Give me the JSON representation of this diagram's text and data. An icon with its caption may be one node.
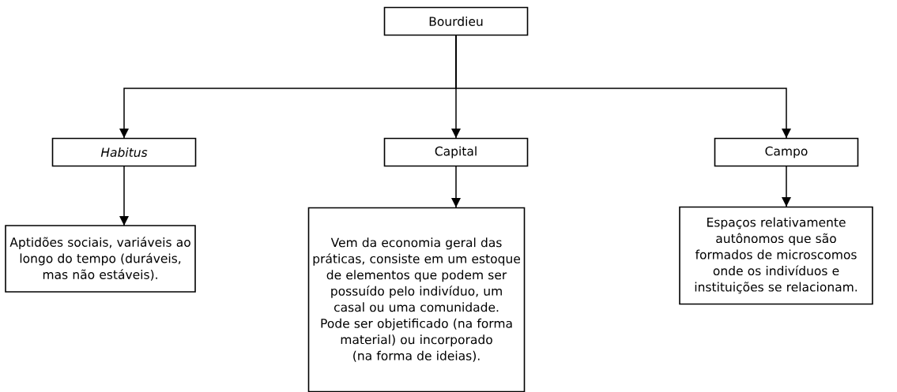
{
  "diagram": {
    "nodes": [
      {
        "text": [
          "Bourdieu"
        ]
      },
      {
        "text": [
          "Habitus"
        ]
      },
      {
        "text": [
          "Capital"
        ]
      },
      {
        "text": [
          "Campo"
        ]
      },
      {
        "text": [
          "Aptidões sociais, variáveis ao longo do tempo (duráveis, mas não estáveis)."
        ]
      },
      {
        "text": [
          "Vem da economia geral das práticas, consiste em um estoque de elementos que podem ser possuído pelo indivíduo, um casal ou uma comunidade. Pode ser objetificado (na forma material) ou incorporado (na forma de ideias)."
        ]
      },
      {
        "text": [
          "Espaços relativamente autônomos que são formados de microscomos onde os indivíduos e instituições se relacionam."
        ]
      }
    ],
    "edges": [
      {
        "from": 0,
        "to": 1,
        "arrow": "to"
      },
      {
        "from": 0,
        "to": 2,
        "arrow": "to"
      },
      {
        "from": 0,
        "to": 3,
        "arrow": "to"
      },
      {
        "from": 1,
        "to": 4,
        "arrow": "to"
      },
      {
        "from": 2,
        "to": 5,
        "arrow": "to"
      },
      {
        "from": 3,
        "to": 6,
        "arrow": "to"
      }
    ]
  }
}
